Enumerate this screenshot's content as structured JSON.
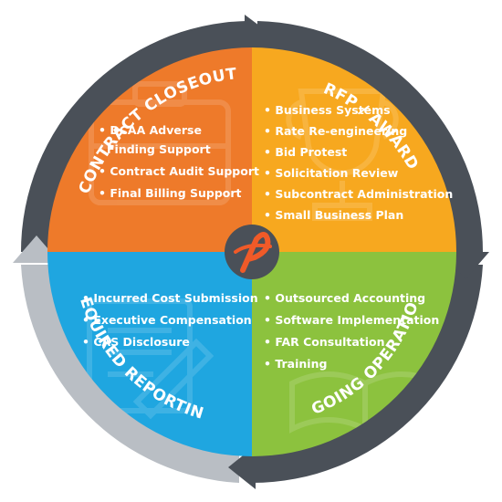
{
  "sections": {
    "contract_closeout": {
      "title": "CONTRACT  CLOSEOUT",
      "color": "#ee7a2a",
      "items": [
        "• DCAA Adverse",
        "Finding Support",
        "• Contract Audit Support",
        "• Final Billing Support"
      ]
    },
    "rfp_award": {
      "title": "RFP / AWARD",
      "color": "#f7a81f",
      "items": [
        "• Business Systems",
        "• Rate Re-engineering",
        "• Bid Protest",
        "• Solicitation Review",
        "• Subcontract Administration",
        "• Small Business Plan"
      ]
    },
    "required_reporting": {
      "title": "REQUIRED REPORTING",
      "color": "#1fa6e0",
      "items": [
        "• Incurred Cost Submission",
        "• Executive Compensation",
        "• CAS Disclosure"
      ]
    },
    "ongoing_operations": {
      "title": "ONGOING OPERATIONS",
      "color": "#8cc23e",
      "items": [
        "• Outsourced Accounting",
        "• Software Implementation",
        "• FAR Consultation",
        "• Training"
      ]
    }
  },
  "colors": {
    "ring_dark": "#4a5058",
    "ring_light": "#b9bec4",
    "logo": "#f05a28",
    "hub": "#4a5058"
  },
  "logo_icon": "brand-swoosh-icon"
}
